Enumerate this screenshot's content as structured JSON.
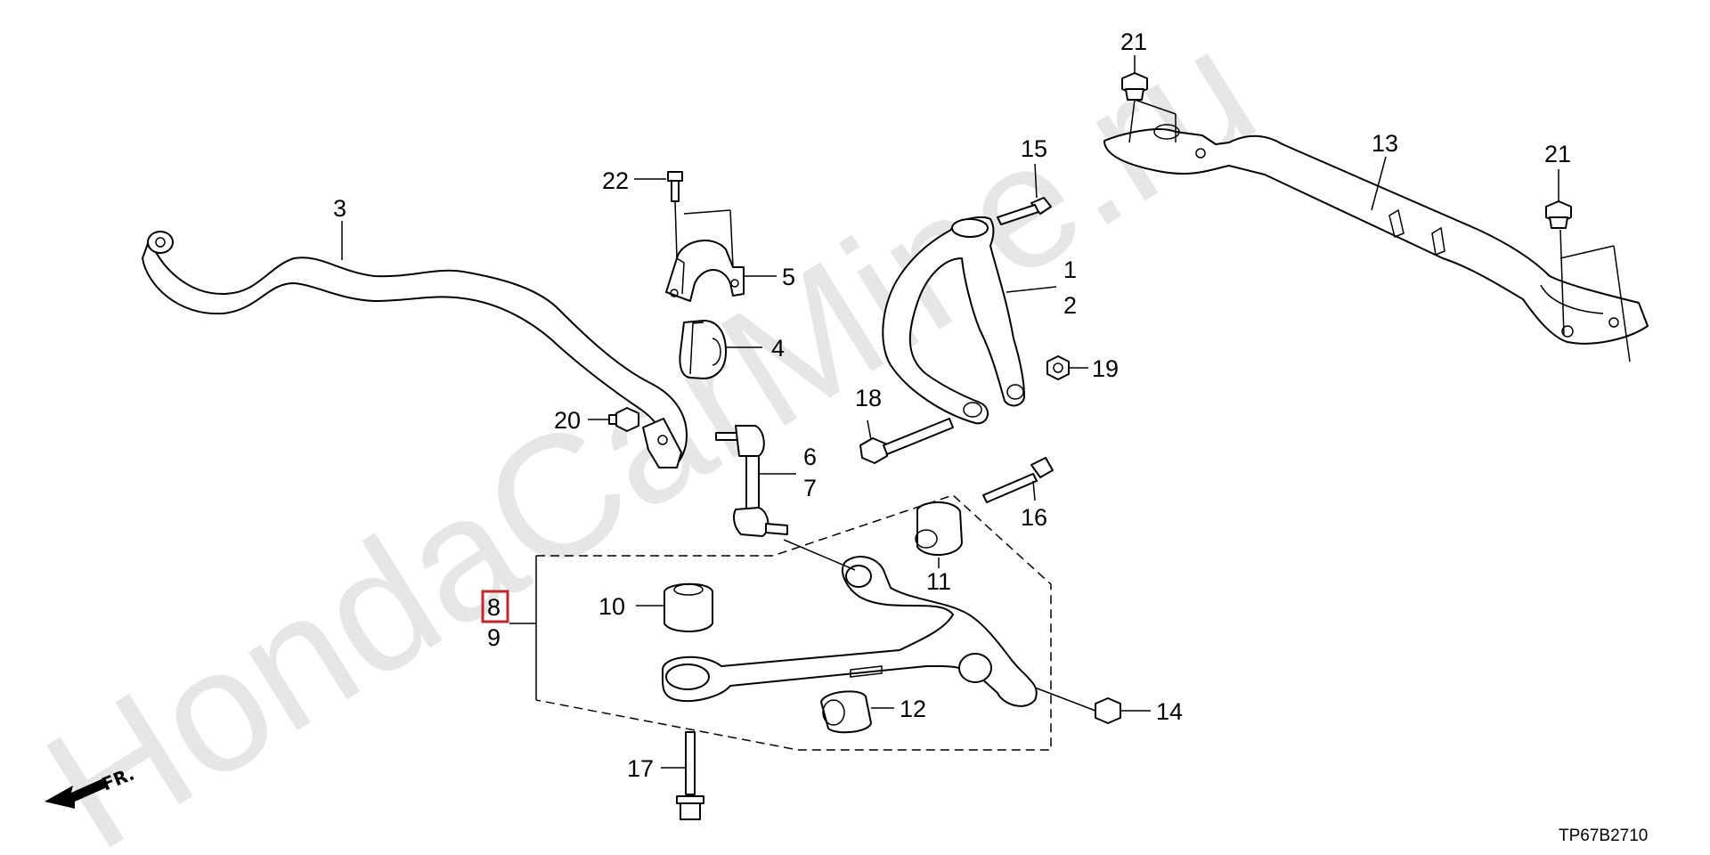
{
  "watermark": "HondaCarMine.ru",
  "front_indicator": "FR.",
  "diagram_code": "TP67B2710",
  "highlight_color": "#c1272d",
  "callouts": {
    "n1": "1",
    "n2": "2",
    "n3": "3",
    "n4": "4",
    "n5": "5",
    "n6": "6",
    "n7": "7",
    "n8": "8",
    "n9": "9",
    "n10": "10",
    "n11": "11",
    "n12": "12",
    "n13": "13",
    "n14": "14",
    "n15": "15",
    "n16": "16",
    "n17": "17",
    "n18": "18",
    "n19": "19",
    "n20": "20",
    "n21a": "21",
    "n21b": "21",
    "n22": "22"
  },
  "highlighted_callout": "8"
}
